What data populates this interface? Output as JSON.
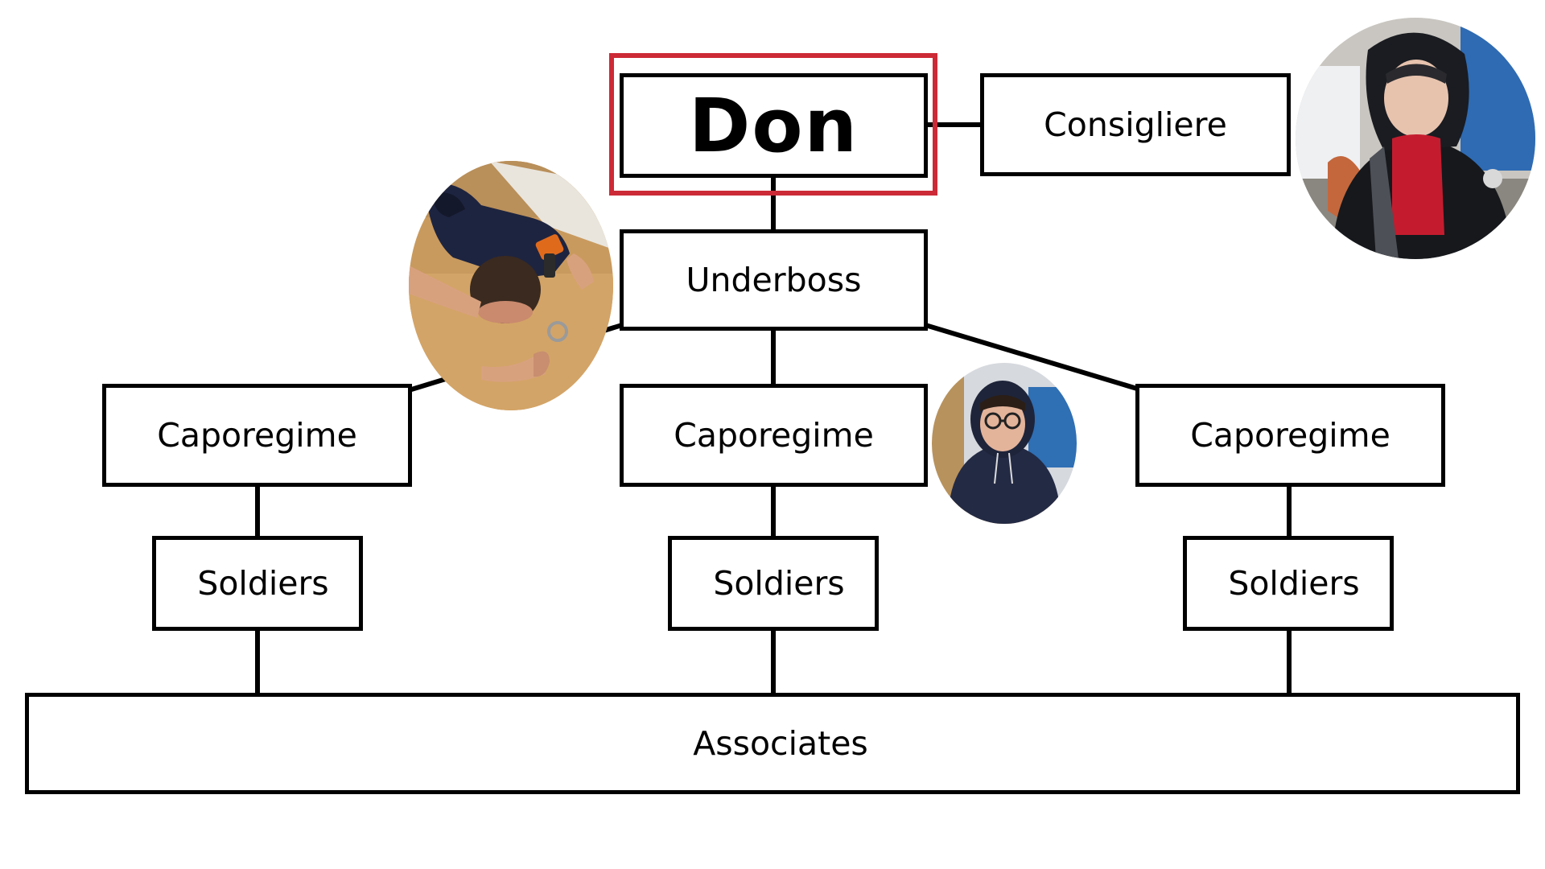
{
  "diagram": {
    "nodes": {
      "don": "Don",
      "consigliere": "Consigliere",
      "underboss": "Underboss",
      "caporegime_left": "Caporegime",
      "caporegime_center": "Caporegime",
      "caporegime_right": "Caporegime",
      "soldiers_left": "Soldiers",
      "soldiers_center": "Soldiers",
      "soldiers_right": "Soldiers",
      "associates": "Associates"
    },
    "highlight_color": "#cc2a36",
    "photos": [
      "person-lying-on-table-with-drill",
      "person-in-hoodie-with-glasses",
      "person-in-black-hooded-jacket"
    ]
  }
}
